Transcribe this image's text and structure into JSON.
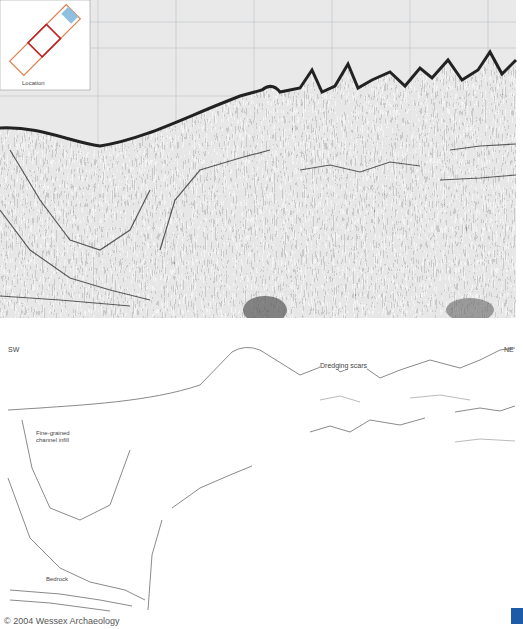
{
  "diagram": {
    "labels": [
      "Location",
      "SW",
      "NE",
      "Dredging scars",
      "Fine-grained channel infill",
      "Bedrock",
      "© 2004 Wessex Archaeology"
    ]
  }
}
